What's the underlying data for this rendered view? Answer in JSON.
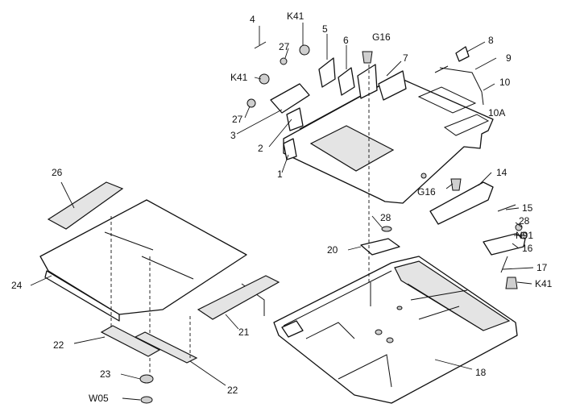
{
  "callouts": {
    "c1": "1",
    "c2": "2",
    "c3": "3",
    "c4": "4",
    "c5": "5",
    "c6": "6",
    "c7": "7",
    "c8": "8",
    "c9": "9",
    "c10": "10",
    "c10a": "10A",
    "c14": "14",
    "c15": "15",
    "c16": "16",
    "c17": "17",
    "c18": "18",
    "c20": "20",
    "c21": "21",
    "c22a": "22",
    "c22b": "22",
    "c23": "23",
    "c24": "24",
    "c26": "26",
    "c27a": "27",
    "c27b": "27",
    "c28a": "28",
    "c28b": "28",
    "k41a": "K41",
    "k41b": "K41",
    "k41c": "K41",
    "g16a": "G16",
    "g16b": "G16",
    "n91": "N91",
    "w05": "W05"
  }
}
